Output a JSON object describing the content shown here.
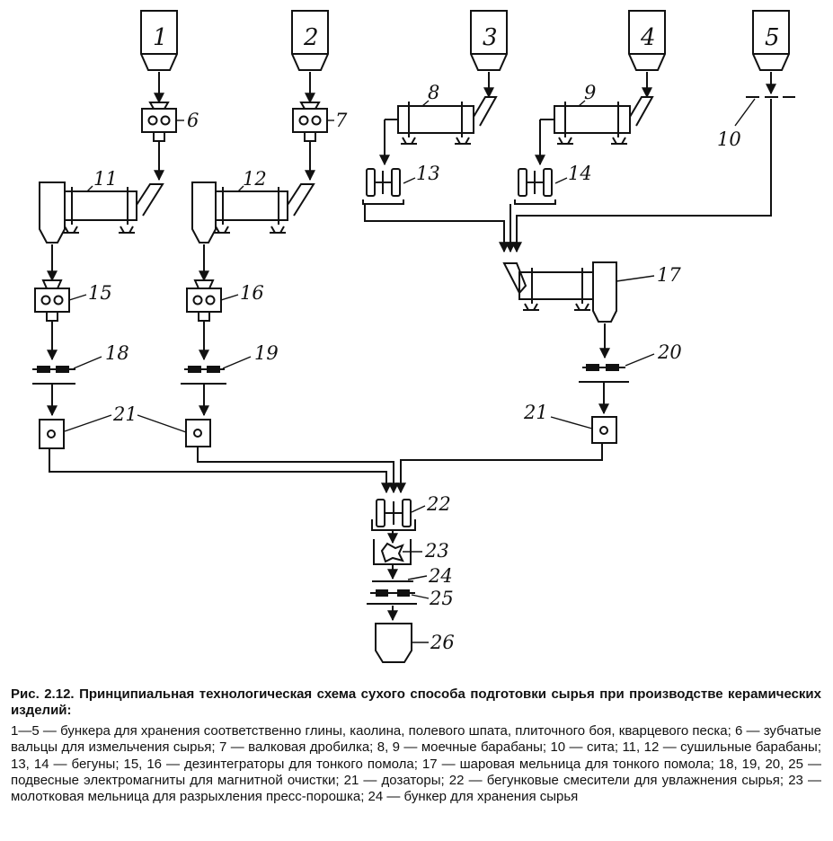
{
  "diagram": {
    "hopper_labels": [
      "1",
      "2",
      "3",
      "4",
      "5"
    ],
    "labels": {
      "n6": "6",
      "n7": "7",
      "n8": "8",
      "n9": "9",
      "n10": "10",
      "n11": "11",
      "n12": "12",
      "n13": "13",
      "n14": "14",
      "n15": "15",
      "n16": "16",
      "n17": "17",
      "n18": "18",
      "n19": "19",
      "n20": "20",
      "n21a": "21",
      "n21b": "21",
      "n22": "22",
      "n23": "23",
      "n24": "24",
      "n25": "25",
      "n26": "26"
    }
  },
  "caption": {
    "title": "Рис. 2.12. Принципиальная технологическая схема сухого способа подготовки сырья при производстве керамических изделий:",
    "body": "1—5 — бункера для хранения соответственно глины, каолина, полевого шпата, плиточного боя, кварцевого песка; 6 — зубчатые вальцы для измельчения сырья; 7 — валковая дробилка; 8, 9 — моечные барабаны; 10 — сита; 11, 12 — сушильные барабаны; 13, 14 — бегуны; 15, 16 — дезинтеграторы для тонкого помола; 17 — шаровая мельница для тонкого помола; 18, 19, 20, 25 — подвесные электромагниты для магнитной очистки; 21 — дозаторы; 22 — бегунковые смесители для увлажнения сырья; 23 — молотковая мельница для разрыхления пресс-порошка; 24 — бункер для хранения сырья"
  }
}
